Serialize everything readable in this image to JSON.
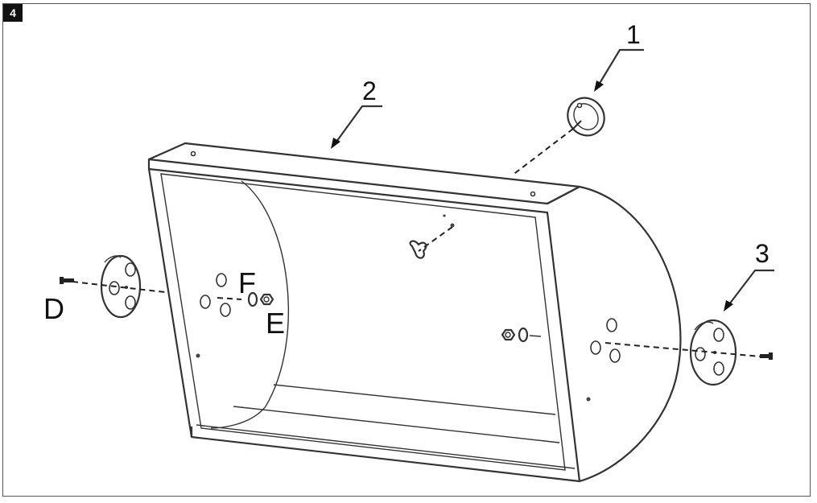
{
  "step": {
    "number": "4"
  },
  "labels": {
    "part_1": "1",
    "part_2": "2",
    "part_3": "3",
    "hardware_d": "D",
    "hardware_e": "E",
    "hardware_f": "F"
  }
}
